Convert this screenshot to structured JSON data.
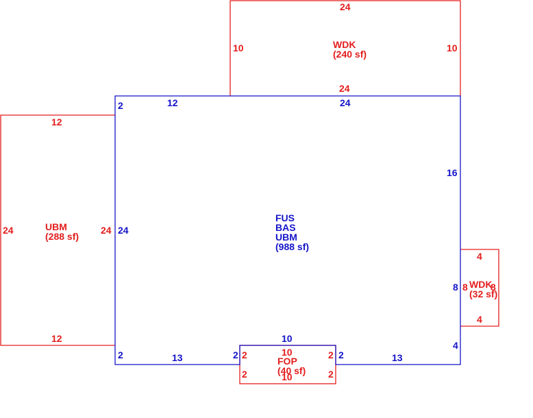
{
  "colors": {
    "main_structure": "#1414c8",
    "additions": "#e31d1d",
    "background": "#ffffff"
  },
  "areas": {
    "wdk_top": {
      "code": "WDK",
      "area": "(240 sf)"
    },
    "ubm_left": {
      "code": "UBM",
      "area": "(288 sf)"
    },
    "main": {
      "codes": [
        "FUS",
        "BAS",
        "UBM"
      ],
      "area": "(988 sf)"
    },
    "wdk_right": {
      "code": "WDK",
      "area": "(32 sf)"
    },
    "fop_bottom": {
      "code": "FOP",
      "area": "(40 sf)"
    }
  },
  "dims": {
    "wdk_top_top": "24",
    "wdk_top_left": "10",
    "wdk_top_right": "10",
    "wdk_top_bottom": "24",
    "main_top_left": "12",
    "main_top_right": "24",
    "main_left_upper": "2",
    "main_left": "24",
    "main_left_lower": "2",
    "main_right": "16",
    "main_right_mid": "8",
    "main_right_lower": "4",
    "main_bottom_left": "13",
    "main_bottom_right": "13",
    "main_step_left": "2",
    "main_step_right": "2",
    "main_porch_top": "10",
    "ubm_top": "12",
    "ubm_bottom": "12",
    "ubm_left": "24",
    "ubm_right": "24",
    "wdk_right_top": "4",
    "wdk_right_bottom": "4",
    "wdk_right_left": "8",
    "wdk_right_right": "8",
    "fop_top": "10",
    "fop_bottom": "10",
    "fop_left_upper": "2",
    "fop_left_lower": "2",
    "fop_right_upper": "2",
    "fop_right_lower": "2"
  }
}
